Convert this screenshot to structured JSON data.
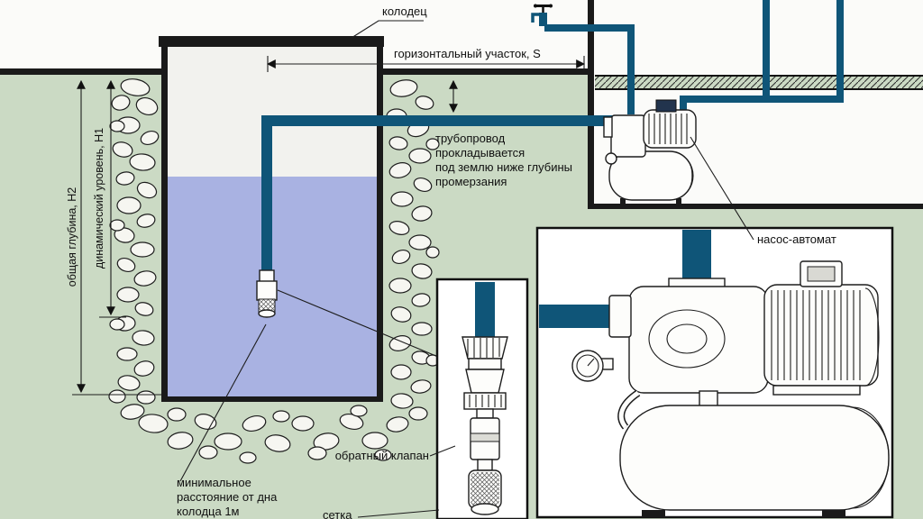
{
  "labels": {
    "well": "колодец",
    "horizontal_section": "горизонтальный участок, S",
    "pipeline_note": "трубопровод\nпрокладывается\nпод землю ниже глубины\nпромерзания",
    "pump": "насос-автомат",
    "check_valve": "обратный клапан",
    "mesh": "сетка",
    "min_distance": "минимальное\nрасстояние от дна\nколодца 1м",
    "total_depth": "общая глубина, Н2",
    "dynamic_level": "динамический уровень, Н1"
  },
  "colors": {
    "background": "#cbdac4",
    "water": "#a9b2e2",
    "pipe": "#0f5578",
    "line": "#1a1a1a",
    "panel": "#ffffff"
  }
}
